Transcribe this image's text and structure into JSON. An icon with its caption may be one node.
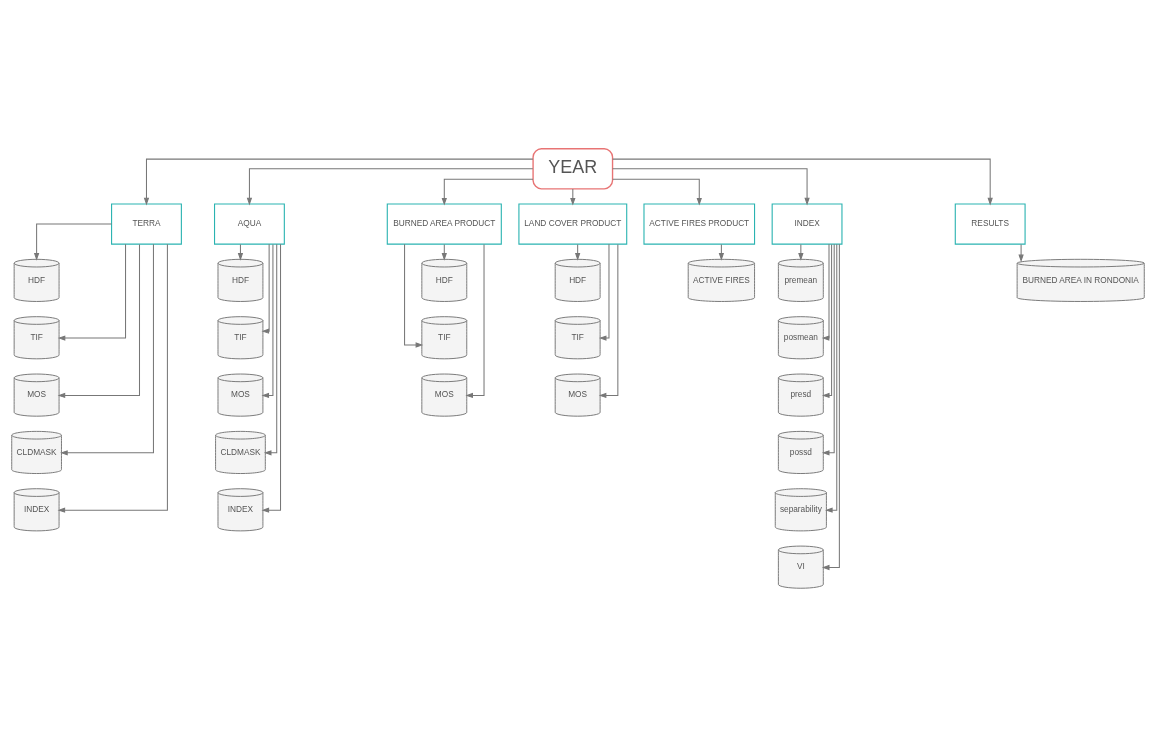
{
  "diagram": {
    "nodes": [
      {
        "text": [
          "YEAR"
        ]
      },
      {
        "text": [
          "TERRA"
        ]
      },
      {
        "text": [
          "AQUA"
        ]
      },
      {
        "text": [
          "BURNED AREA PRODUCT"
        ]
      },
      {
        "text": [
          "LAND COVER PRODUCT"
        ]
      },
      {
        "text": [
          "ACTIVE FIRES PRODUCT"
        ]
      },
      {
        "text": [
          "INDEX"
        ]
      },
      {
        "text": [
          "RESULTS"
        ]
      },
      {
        "text": [
          "HDF"
        ]
      },
      {
        "text": [
          "TIF"
        ]
      },
      {
        "text": [
          "MOS"
        ]
      },
      {
        "text": [
          "CLDMASK"
        ]
      },
      {
        "text": [
          "INDEX"
        ]
      },
      {
        "text": [
          "HDF"
        ]
      },
      {
        "text": [
          "TIF"
        ]
      },
      {
        "text": [
          "MOS"
        ]
      },
      {
        "text": [
          "CLDMASK"
        ]
      },
      {
        "text": [
          "INDEX"
        ]
      },
      {
        "text": [
          "HDF"
        ]
      },
      {
        "text": [
          "TIF"
        ]
      },
      {
        "text": [
          "MOS"
        ]
      },
      {
        "text": [
          "HDF"
        ]
      },
      {
        "text": [
          "TIF"
        ]
      },
      {
        "text": [
          "MOS"
        ]
      },
      {
        "text": [
          "ACTIVE FIRES"
        ]
      },
      {
        "text": [
          "premean"
        ]
      },
      {
        "text": [
          "posmean"
        ]
      },
      {
        "text": [
          "presd"
        ]
      },
      {
        "text": [
          "possd"
        ]
      },
      {
        "text": [
          "separability"
        ]
      },
      {
        "text": [
          "VI"
        ]
      },
      {
        "text": [
          "BURNED AREA IN RONDONIA"
        ]
      }
    ],
    "edges": [
      {
        "from": 0,
        "to": 1,
        "arrow": "to"
      },
      {
        "from": 0,
        "to": 2,
        "arrow": "to"
      },
      {
        "from": 0,
        "to": 3,
        "arrow": "to"
      },
      {
        "from": 0,
        "to": 4,
        "arrow": "to"
      },
      {
        "from": 0,
        "to": 5,
        "arrow": "to"
      },
      {
        "from": 0,
        "to": 6,
        "arrow": "to"
      },
      {
        "from": 0,
        "to": 7,
        "arrow": "to"
      },
      {
        "from": 1,
        "to": 8,
        "arrow": "to"
      },
      {
        "from": 1,
        "to": 9,
        "arrow": "to"
      },
      {
        "from": 1,
        "to": 10,
        "arrow": "to"
      },
      {
        "from": 1,
        "to": 11,
        "arrow": "to"
      },
      {
        "from": 1,
        "to": 12,
        "arrow": "to"
      },
      {
        "from": 2,
        "to": 13,
        "arrow": "to"
      },
      {
        "from": 2,
        "to": 14,
        "arrow": "to"
      },
      {
        "from": 2,
        "to": 15,
        "arrow": "to"
      },
      {
        "from": 2,
        "to": 16,
        "arrow": "to"
      },
      {
        "from": 2,
        "to": 17,
        "arrow": "to"
      },
      {
        "from": 3,
        "to": 18,
        "arrow": "to"
      },
      {
        "from": 3,
        "to": 19,
        "arrow": "to"
      },
      {
        "from": 3,
        "to": 20,
        "arrow": "to"
      },
      {
        "from": 4,
        "to": 21,
        "arrow": "to"
      },
      {
        "from": 4,
        "to": 22,
        "arrow": "to"
      },
      {
        "from": 4,
        "to": 23,
        "arrow": "to"
      },
      {
        "from": 5,
        "to": 24,
        "arrow": "to"
      },
      {
        "from": 6,
        "to": 25,
        "arrow": "to"
      },
      {
        "from": 6,
        "to": 26,
        "arrow": "to"
      },
      {
        "from": 6,
        "to": 27,
        "arrow": "to"
      },
      {
        "from": 6,
        "to": 28,
        "arrow": "to"
      },
      {
        "from": 6,
        "to": 29,
        "arrow": "to"
      },
      {
        "from": 6,
        "to": 30,
        "arrow": "to"
      },
      {
        "from": 7,
        "to": 31,
        "arrow": "to"
      }
    ]
  }
}
